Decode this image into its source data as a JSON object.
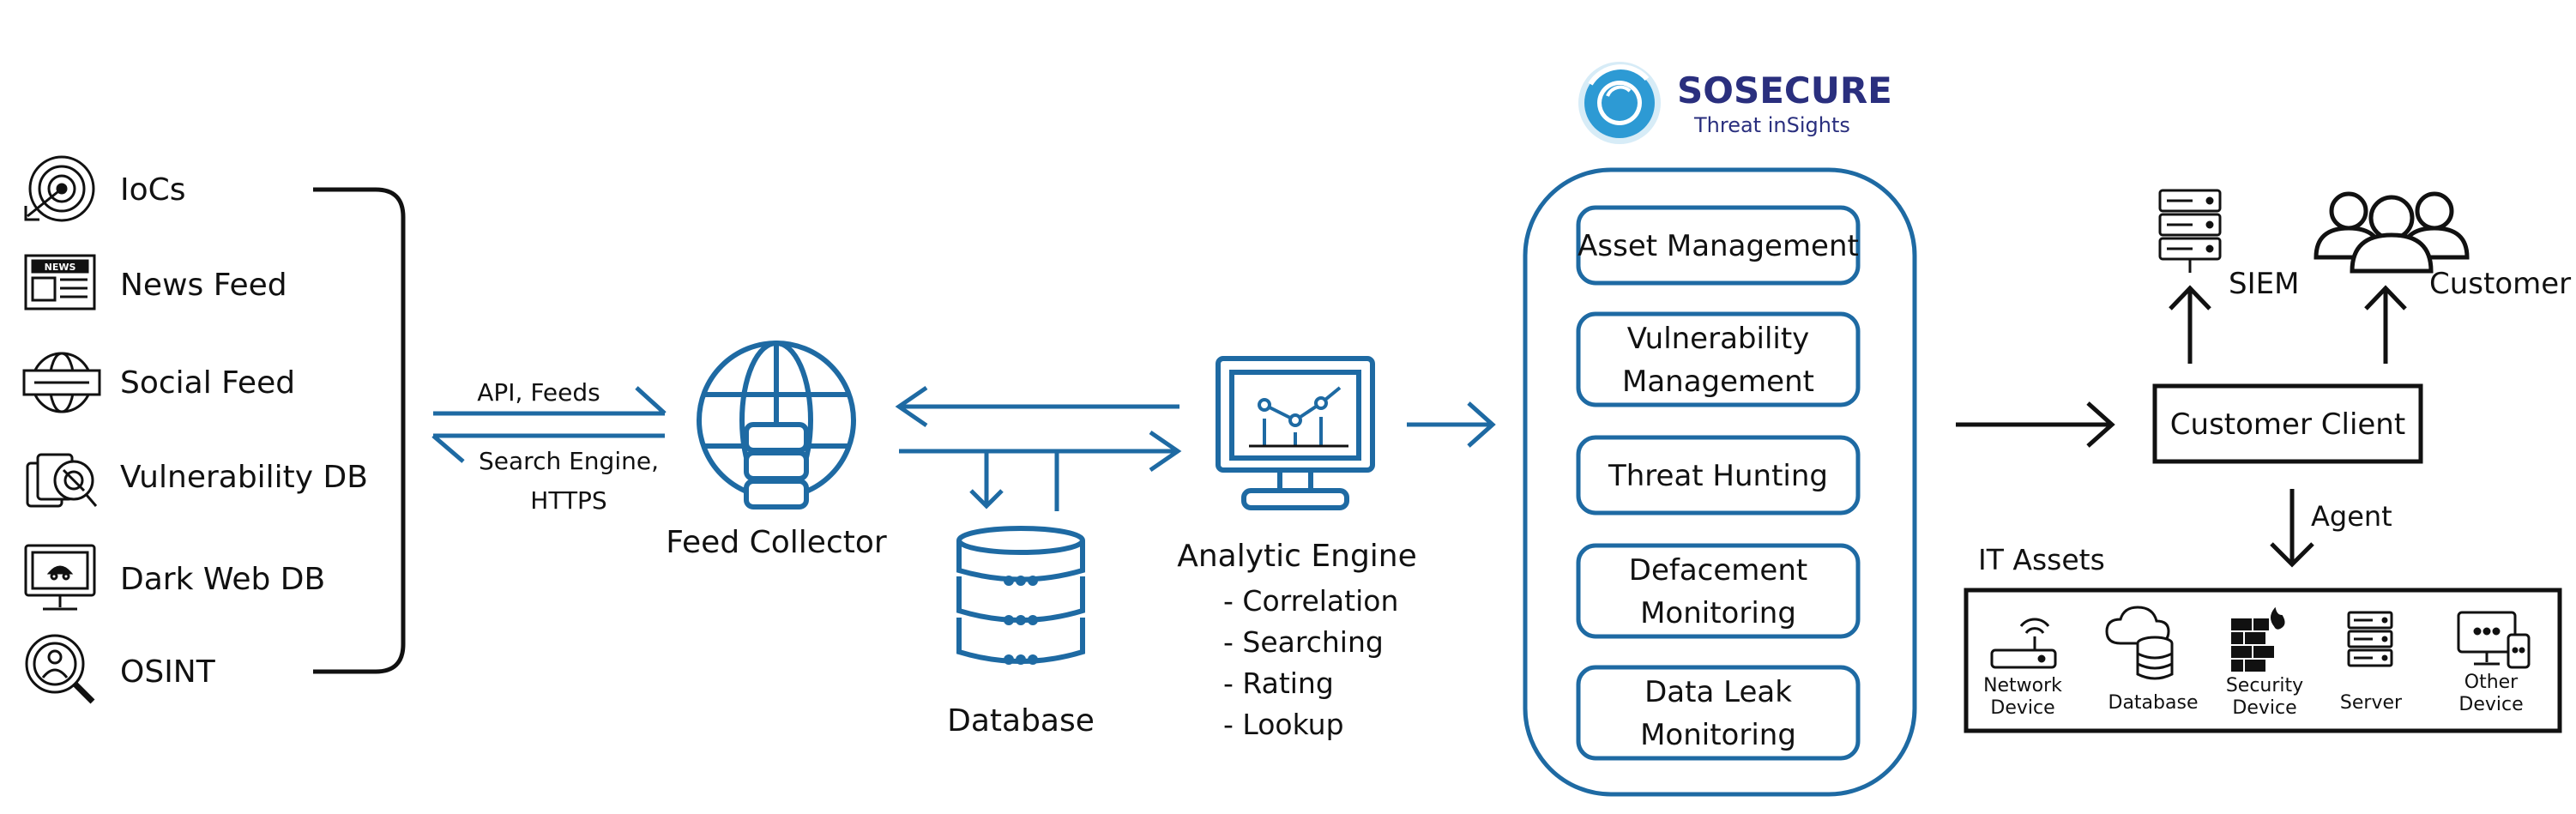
{
  "sources": [
    "IoCs",
    "News Feed",
    "Social Feed",
    "Vulnerability DB",
    "Dark Web DB",
    "OSINT"
  ],
  "news_icon_text": "NEWS",
  "arrows": {
    "api_feeds": "API, Feeds",
    "search_engine": "Search Engine,",
    "https": "HTTPS"
  },
  "feed_collector": "Feed Collector",
  "database": "Database",
  "analytic_engine": {
    "title": "Analytic Engine",
    "items": [
      "- Correlation",
      "- Searching",
      "- Rating",
      "- Lookup"
    ]
  },
  "brand": {
    "name": "SOSECURE",
    "tagline": "Threat inSights"
  },
  "modules": [
    [
      "Asset Management"
    ],
    [
      "Vulnerability",
      "Management"
    ],
    [
      "Threat Hunting"
    ],
    [
      "Defacement",
      "Monitoring"
    ],
    [
      "Data Leak",
      "Monitoring"
    ]
  ],
  "siem": "SIEM",
  "customer": "Customer",
  "customer_client": "Customer Client",
  "agent": "Agent",
  "it_assets": {
    "title": "IT Assets",
    "items": [
      [
        "Network",
        "Device"
      ],
      [
        "Database"
      ],
      [
        "Security",
        "Device"
      ],
      [
        "Server"
      ],
      [
        "Other",
        "Device"
      ]
    ]
  },
  "colors": {
    "accent": "#1e6aa3",
    "brand_navy": "#2a2f7e",
    "logo_blue": "#2d9ad4",
    "line_black": "#111111"
  }
}
